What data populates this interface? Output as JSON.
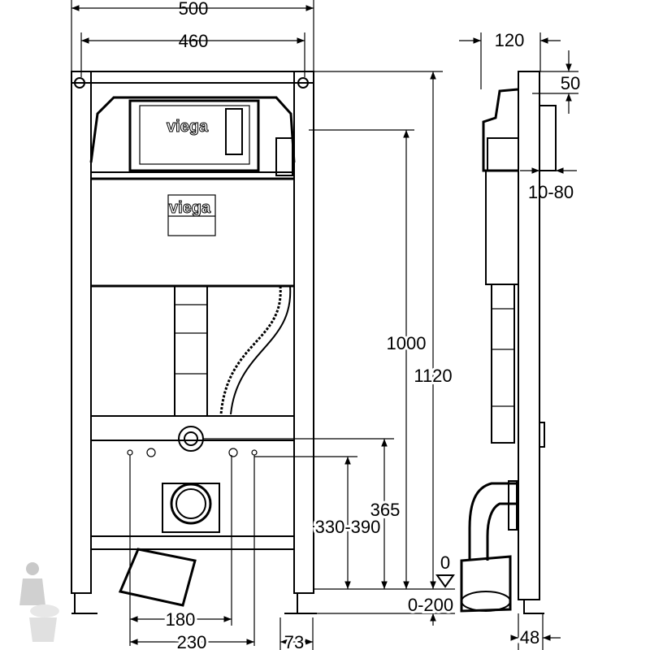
{
  "title": "Viega installation frame dimensions",
  "brand": "viega",
  "dimensions": {
    "overall_width": "500",
    "frame_width": "460",
    "height_1000": "1000",
    "height_1120": "1120",
    "height_365": "365",
    "height_330_390": "330-390",
    "zero_level": "0",
    "adjust_0_200": "0-200",
    "width_180": "180",
    "width_230": "230",
    "width_73": "73",
    "depth_120": "120",
    "offset_50": "50",
    "wall_10_80": "10-80",
    "foot_48": "48"
  }
}
